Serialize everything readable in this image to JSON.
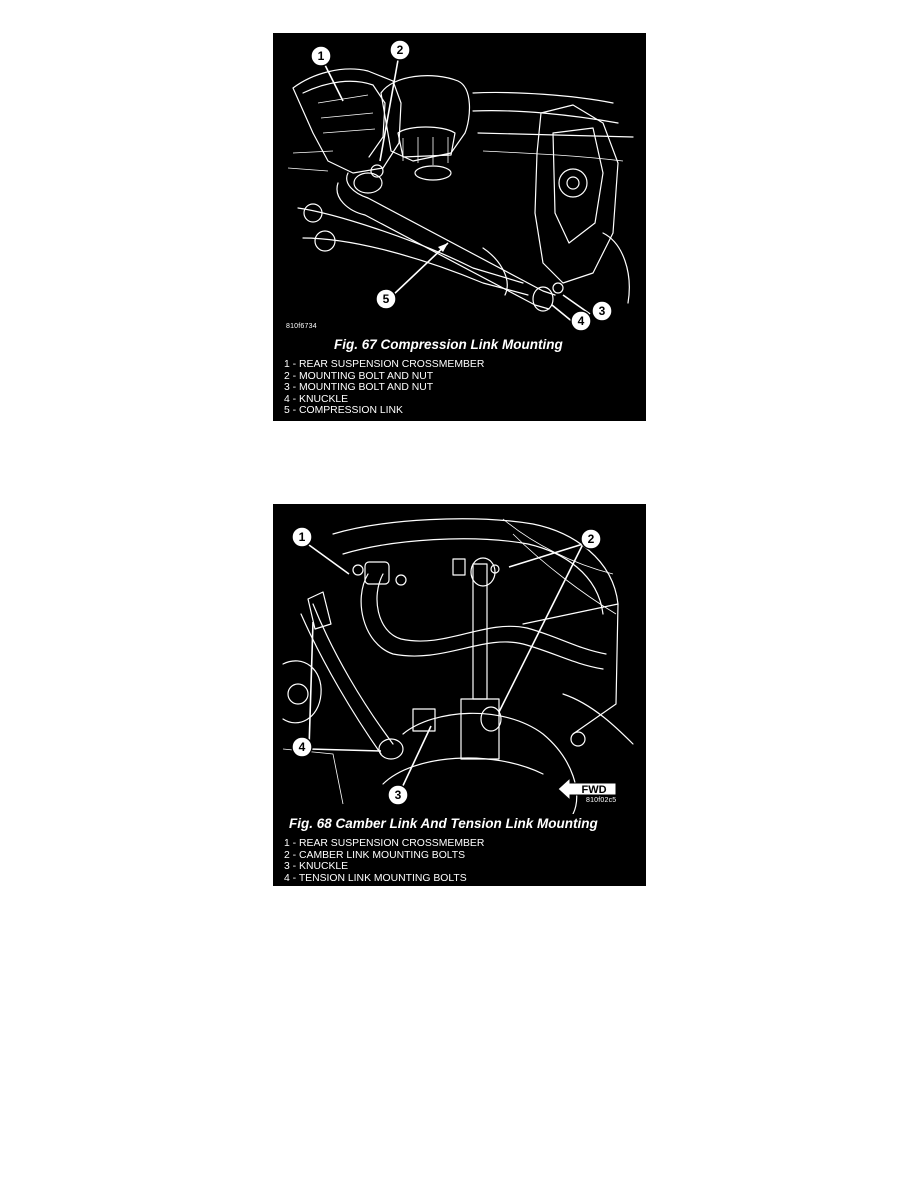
{
  "figures": [
    {
      "drawing_code": "810f6734",
      "caption": "Fig. 67 Compression Link Mounting",
      "callouts": [
        "1",
        "2",
        "3",
        "4",
        "5"
      ],
      "legend": [
        "1 - REAR SUSPENSION CROSSMEMBER",
        "2 - MOUNTING BOLT AND NUT",
        "3 - MOUNTING BOLT AND NUT",
        "4 - KNUCKLE",
        "5 - COMPRESSION LINK"
      ]
    },
    {
      "drawing_code": "810f02c5",
      "caption": "Fig. 68 Camber Link And Tension Link Mounting",
      "direction_label": "FWD",
      "callouts": [
        "1",
        "2",
        "3",
        "4"
      ],
      "legend": [
        "1 - REAR SUSPENSION CROSSMEMBER",
        "2 - CAMBER LINK MOUNTING BOLTS",
        "3 - KNUCKLE",
        "4 - TENSION LINK MOUNTING BOLTS"
      ]
    }
  ]
}
